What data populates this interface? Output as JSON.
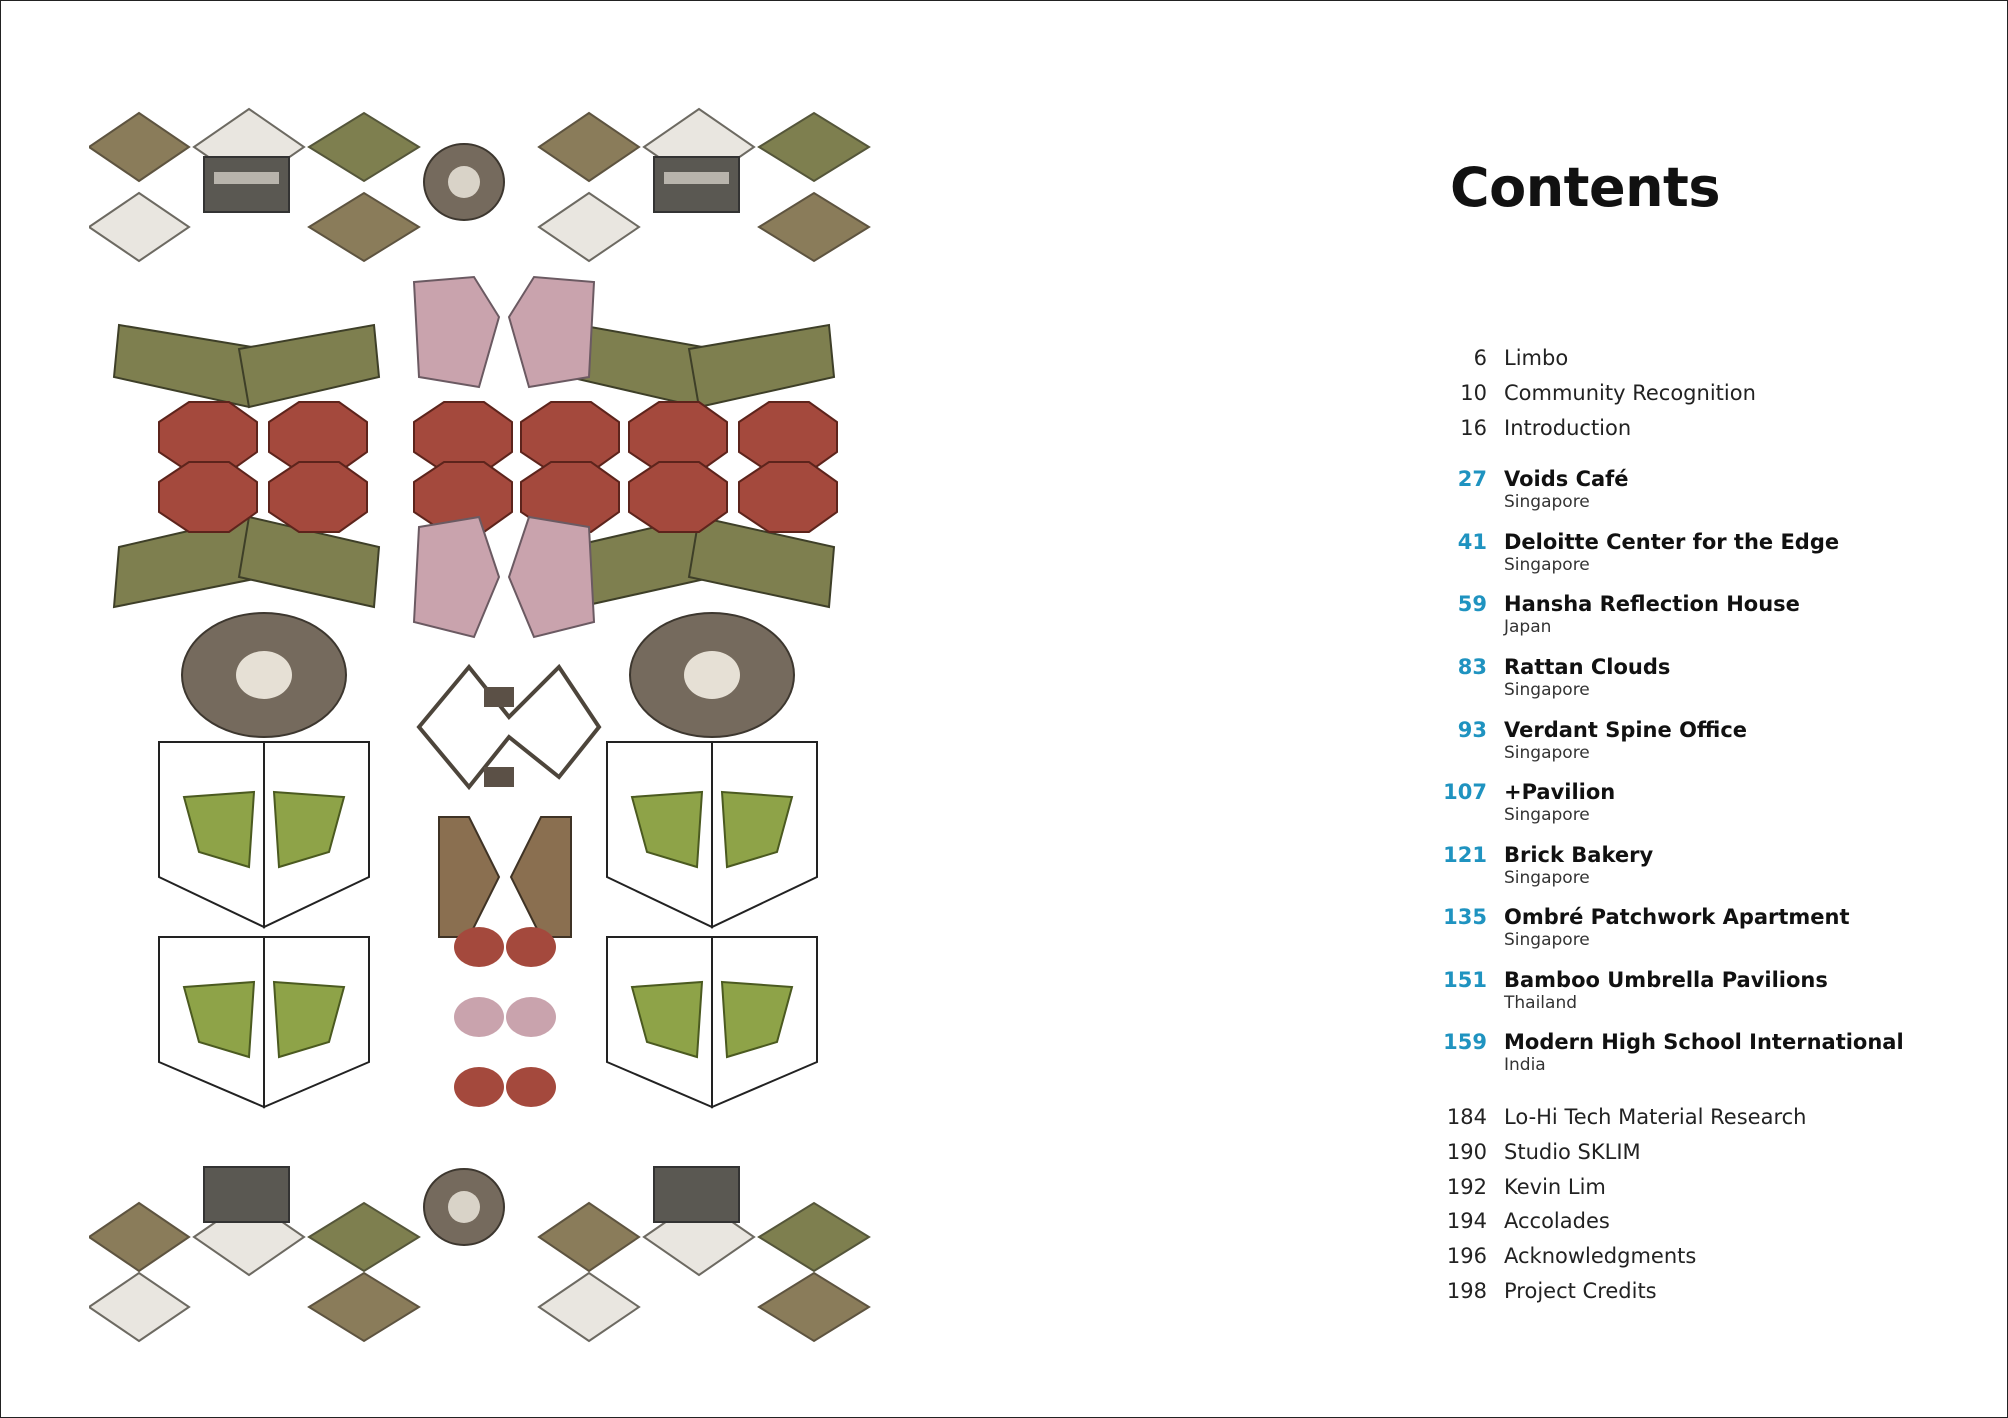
{
  "contents_heading": "Contents",
  "front_matter": [
    {
      "page": "6",
      "title": "Limbo"
    },
    {
      "page": "10",
      "title": "Community Recognition"
    },
    {
      "page": "16",
      "title": "Introduction"
    }
  ],
  "projects": [
    {
      "page": "27",
      "title": "Voids Café",
      "location": "Singapore"
    },
    {
      "page": "41",
      "title": "Deloitte Center for the Edge",
      "location": "Singapore"
    },
    {
      "page": "59",
      "title": "Hansha Reflection House",
      "location": "Japan"
    },
    {
      "page": "83",
      "title": "Rattan Clouds",
      "location": "Singapore"
    },
    {
      "page": "93",
      "title": "Verdant Spine Office",
      "location": "Singapore"
    },
    {
      "page": "107",
      "title": "+Pavilion",
      "location": "Singapore"
    },
    {
      "page": "121",
      "title": "Brick Bakery",
      "location": "Singapore"
    },
    {
      "page": "135",
      "title": "Ombré Patchwork Apartment",
      "location": "Singapore"
    },
    {
      "page": "151",
      "title": "Bamboo Umbrella Pavilions",
      "location": "Thailand"
    },
    {
      "page": "159",
      "title": "Modern High School International",
      "location": "India"
    }
  ],
  "back_matter": [
    {
      "page": "184",
      "title": "Lo-Hi Tech Material Research"
    },
    {
      "page": "190",
      "title": "Studio SKLIM"
    },
    {
      "page": "192",
      "title": "Kevin Lim"
    },
    {
      "page": "194",
      "title": "Accolades"
    },
    {
      "page": "196",
      "title": "Acknowledgments"
    },
    {
      "page": "198",
      "title": "Project Credits"
    }
  ],
  "colors": {
    "accent": "#1f93c0",
    "olive": "#7e7f4f",
    "brick": "#a4493d",
    "mauve": "#c9a3ad",
    "leaf": "#8ea348",
    "stone": "#756a5d"
  }
}
